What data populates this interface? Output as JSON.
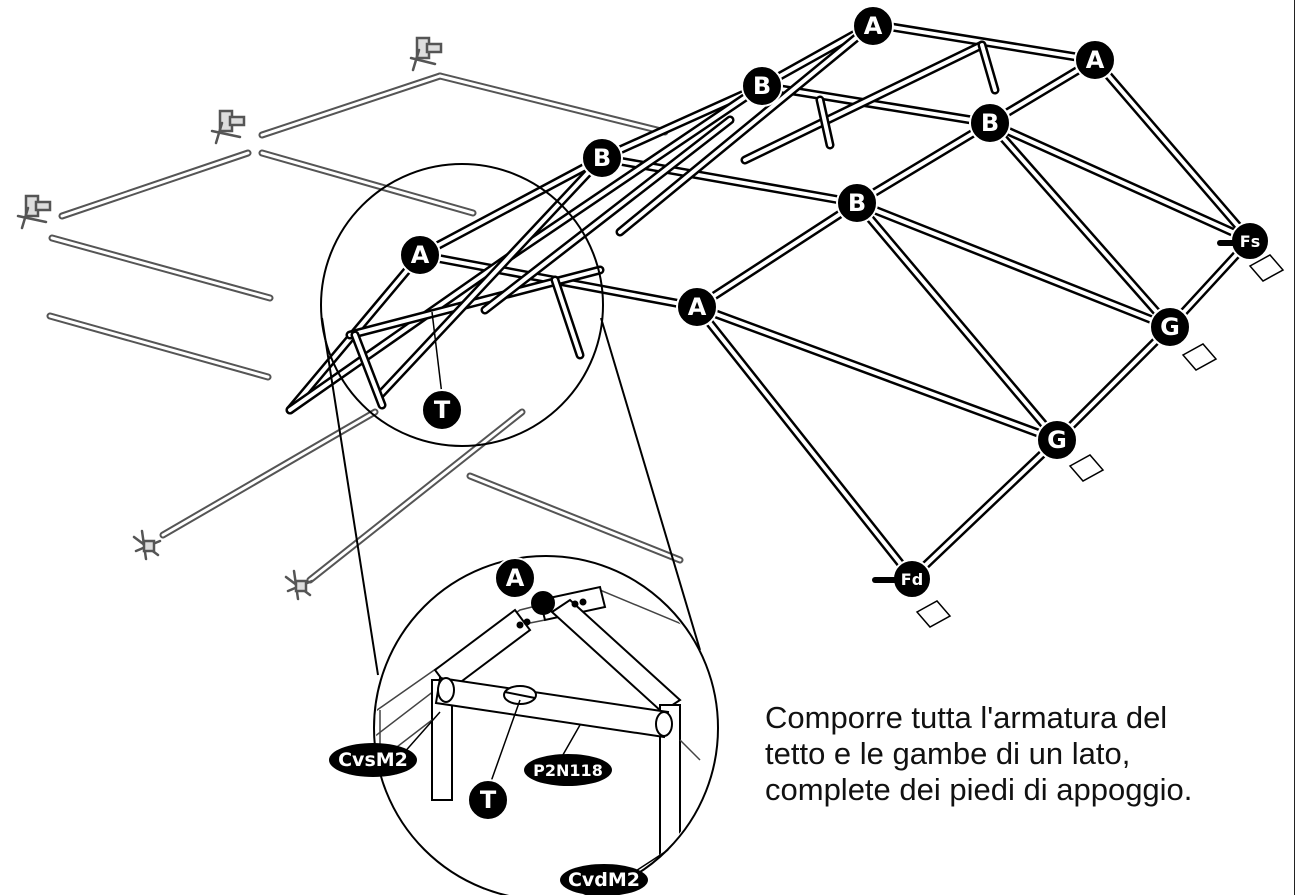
{
  "instruction": {
    "lines": [
      "Comporre tutta l'armatura del",
      "tetto e le gambe di un lato,",
      "complete dei piedi di appoggio."
    ]
  },
  "labels": {
    "A": "A",
    "B": "B",
    "G": "G",
    "T": "T",
    "Fs": "Fs",
    "Fd": "Fd",
    "CvsM2": "CvsM2",
    "P2N118": "P2N118",
    "CvdM2": "CvdM2"
  },
  "colors": {
    "frame": "#000000",
    "loose_parts": "#555555",
    "badge": "#000000",
    "badge_text": "#ffffff"
  }
}
